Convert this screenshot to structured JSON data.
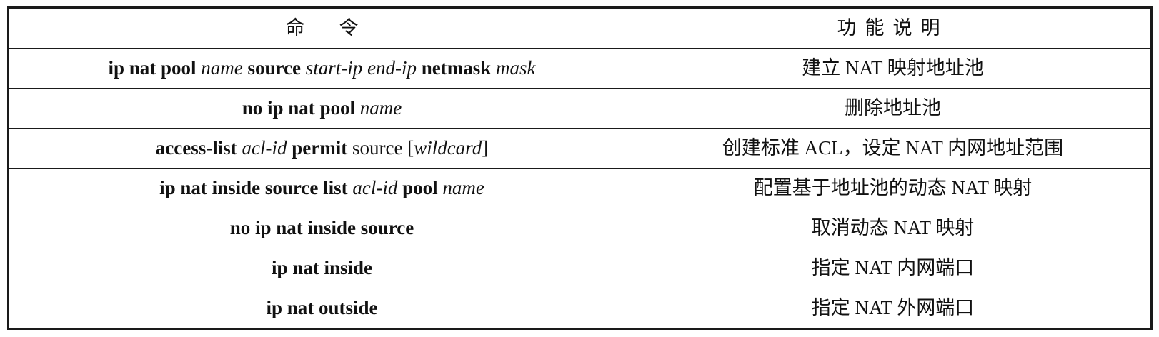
{
  "table": {
    "headers": [
      "命令",
      "功能说明"
    ],
    "rows": [
      {
        "command": [
          {
            "t": "ip nat pool",
            "s": "kw"
          },
          {
            "t": " ",
            "s": "plain"
          },
          {
            "t": "name",
            "s": "arg"
          },
          {
            "t": " ",
            "s": "plain"
          },
          {
            "t": "source",
            "s": "kw"
          },
          {
            "t": " ",
            "s": "plain"
          },
          {
            "t": "start-ip end-ip",
            "s": "arg"
          },
          {
            "t": " ",
            "s": "plain"
          },
          {
            "t": "netmask",
            "s": "kw"
          },
          {
            "t": " ",
            "s": "plain"
          },
          {
            "t": "mask",
            "s": "arg"
          }
        ],
        "description": "建立 NAT 映射地址池"
      },
      {
        "command": [
          {
            "t": "no ip nat pool",
            "s": "kw"
          },
          {
            "t": " ",
            "s": "plain"
          },
          {
            "t": "name",
            "s": "arg"
          }
        ],
        "description": "删除地址池"
      },
      {
        "command": [
          {
            "t": "access-list",
            "s": "kw"
          },
          {
            "t": " ",
            "s": "plain"
          },
          {
            "t": "acl-id",
            "s": "arg"
          },
          {
            "t": " ",
            "s": "plain"
          },
          {
            "t": "permit",
            "s": "kw"
          },
          {
            "t": " source [",
            "s": "plain"
          },
          {
            "t": "wildcard",
            "s": "arg"
          },
          {
            "t": "]",
            "s": "plain"
          }
        ],
        "description": "创建标准 ACL，设定 NAT 内网地址范围"
      },
      {
        "command": [
          {
            "t": "ip nat inside source list",
            "s": "kw"
          },
          {
            "t": " ",
            "s": "plain"
          },
          {
            "t": "acl-id",
            "s": "arg"
          },
          {
            "t": " ",
            "s": "plain"
          },
          {
            "t": "pool",
            "s": "kw"
          },
          {
            "t": " ",
            "s": "plain"
          },
          {
            "t": "name",
            "s": "arg"
          }
        ],
        "description": "配置基于地址池的动态 NAT 映射"
      },
      {
        "command": [
          {
            "t": "no ip nat inside source",
            "s": "kw"
          }
        ],
        "description": "取消动态 NAT 映射"
      },
      {
        "command": [
          {
            "t": "ip nat inside",
            "s": "kw"
          }
        ],
        "description": "指定 NAT 内网端口"
      },
      {
        "command": [
          {
            "t": "ip nat outside",
            "s": "kw"
          }
        ],
        "description": "指定 NAT 外网端口"
      }
    ]
  }
}
